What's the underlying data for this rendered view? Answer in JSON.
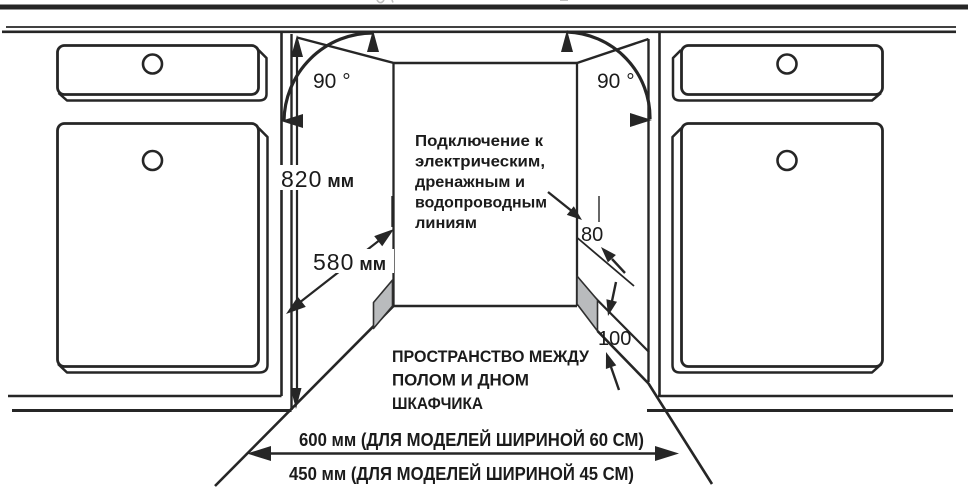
{
  "diagram": {
    "angle_labels": {
      "left": "90 °",
      "right": "90 °"
    },
    "dimensions": {
      "height_value": "820",
      "height_unit": "мм",
      "depth_value": "580",
      "depth_unit": "мм",
      "gap_upper": "80",
      "gap_lower": "100",
      "width_60": "600 мм (ДЛЯ МОДЕЛЕЙ ШИРИНОЙ 60 СМ)",
      "width_45": "450 мм (ДЛЯ МОДЕЛЕЙ ШИРИНОЙ 45 СМ)"
    },
    "notes": {
      "connection": {
        "line1": "Подключение к",
        "line2": "электрическим,",
        "line3": "дренажным и",
        "line4": "водопроводным",
        "line5": "линиям"
      },
      "floor_gap": {
        "line1": "ПРОСТРАНСТВО МЕЖДУ",
        "line2": "ПОЛОМ И ДНОМ",
        "line3": "ШКАФЧИКА"
      }
    },
    "colors": {
      "line": "#262626",
      "plinth": "#b9bbbd",
      "text": "#1b1b1b",
      "background": "#ffffff"
    }
  }
}
